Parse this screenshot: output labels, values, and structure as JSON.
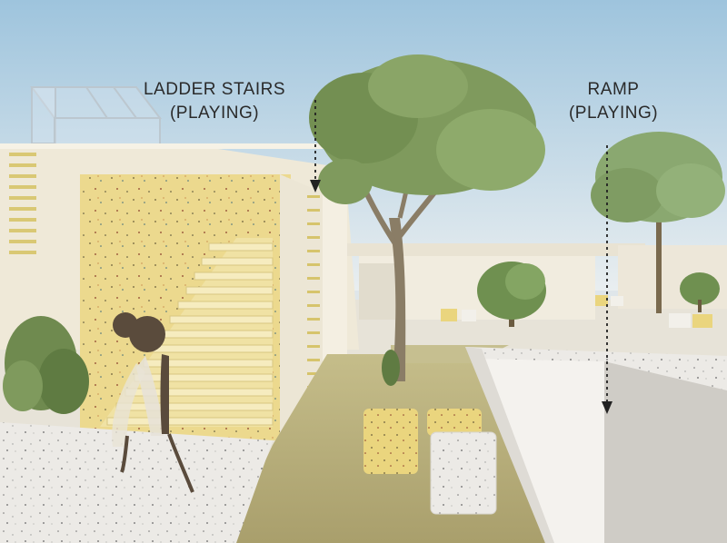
{
  "annotations": {
    "ladder_stairs": {
      "line1": "LADDER STAIRS",
      "line2": "(PLAYING)"
    },
    "ramp": {
      "line1": "RAMP",
      "line2": "(PLAYING)"
    }
  },
  "colors": {
    "sky": "#b9d3e3",
    "stair_wall": "#ecd98e",
    "building": "#efe9d8",
    "ground_path": "#b7ae7c",
    "paving": "#ece8e0",
    "tree_foliage": "#7f9a5d",
    "terrazzo": "#eceae6"
  }
}
